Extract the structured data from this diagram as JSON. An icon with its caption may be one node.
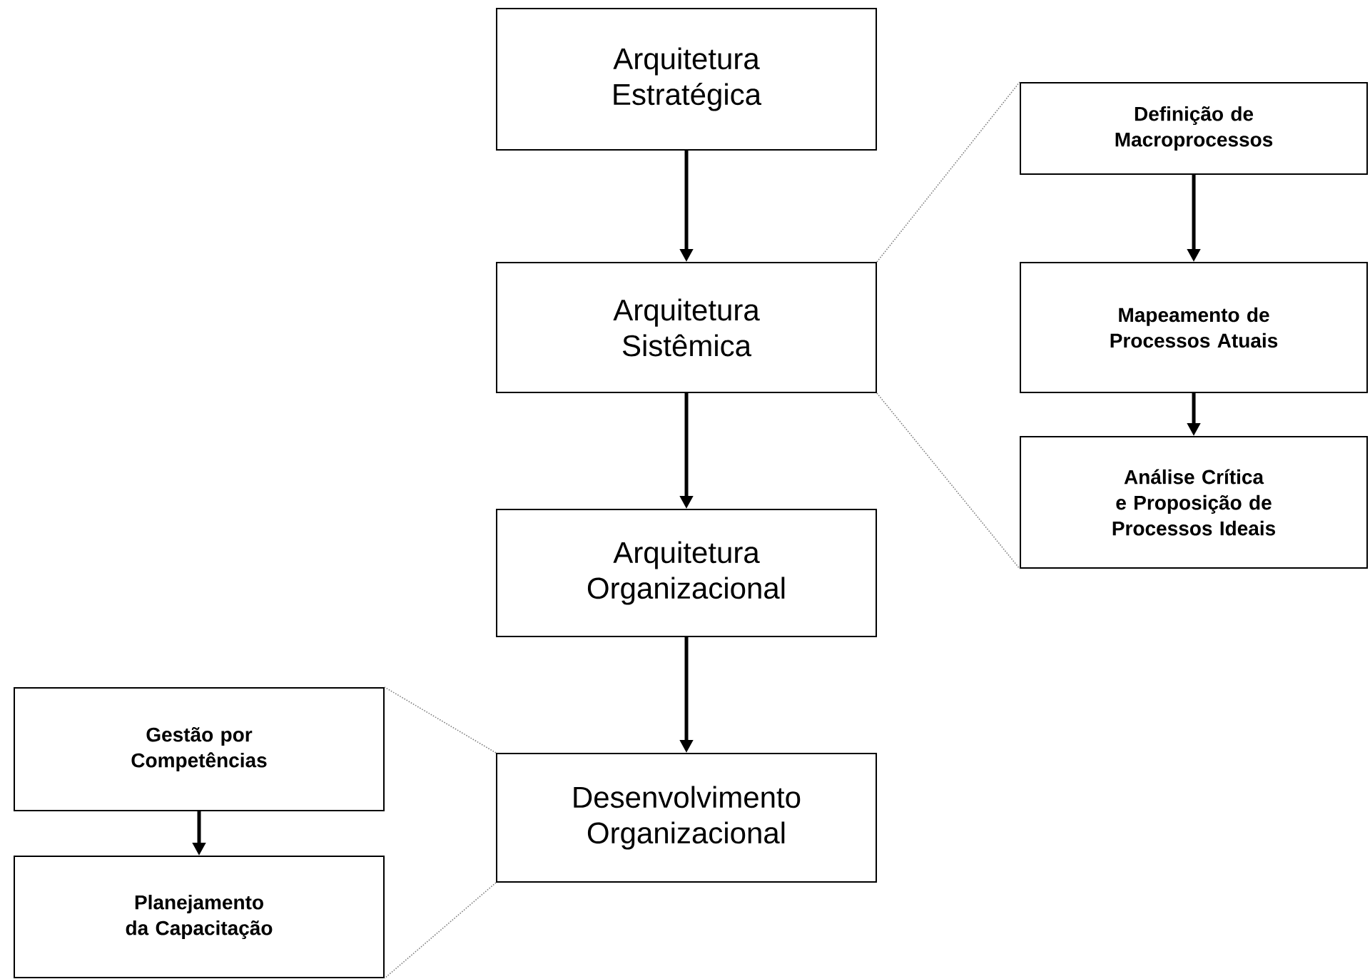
{
  "diagram": {
    "nodes": [
      {
        "text": [
          "Arquitetura Estratégica"
        ]
      },
      {
        "text": [
          "Arquitetura Sistêmica"
        ]
      },
      {
        "text": [
          "Arquitetura Organizacional"
        ]
      },
      {
        "text": [
          "Desenvolvimento Organizacional"
        ]
      },
      {
        "text": [
          "Definição de Macroprocessos"
        ]
      },
      {
        "text": [
          "Mapeamento de Processos Atuais"
        ]
      },
      {
        "text": [
          "Análise Crítica e Proposição de Processos Ideais"
        ]
      },
      {
        "text": [
          "Gestão por Competências"
        ]
      },
      {
        "text": [
          "Planejamento da Capacitação"
        ]
      }
    ],
    "edges": [
      {
        "from": 0,
        "to": 1,
        "arrow": "to"
      },
      {
        "from": 1,
        "to": 2,
        "arrow": "to"
      },
      {
        "from": 2,
        "to": 3,
        "arrow": "to"
      },
      {
        "from": 4,
        "to": 5,
        "arrow": "to"
      },
      {
        "from": 5,
        "to": 6,
        "arrow": "to"
      },
      {
        "from": 7,
        "to": 8,
        "arrow": "to"
      },
      {
        "from": 1,
        "to": 4,
        "arrow": "none",
        "style": "dashed",
        "color": "#808080"
      },
      {
        "from": 1,
        "to": 6,
        "arrow": "none",
        "style": "dashed",
        "color": "#808080"
      },
      {
        "from": 3,
        "to": 7,
        "arrow": "none",
        "style": "dashed",
        "color": "#808080"
      },
      {
        "from": 3,
        "to": 8,
        "arrow": "none",
        "style": "dashed",
        "color": "#808080"
      }
    ]
  }
}
